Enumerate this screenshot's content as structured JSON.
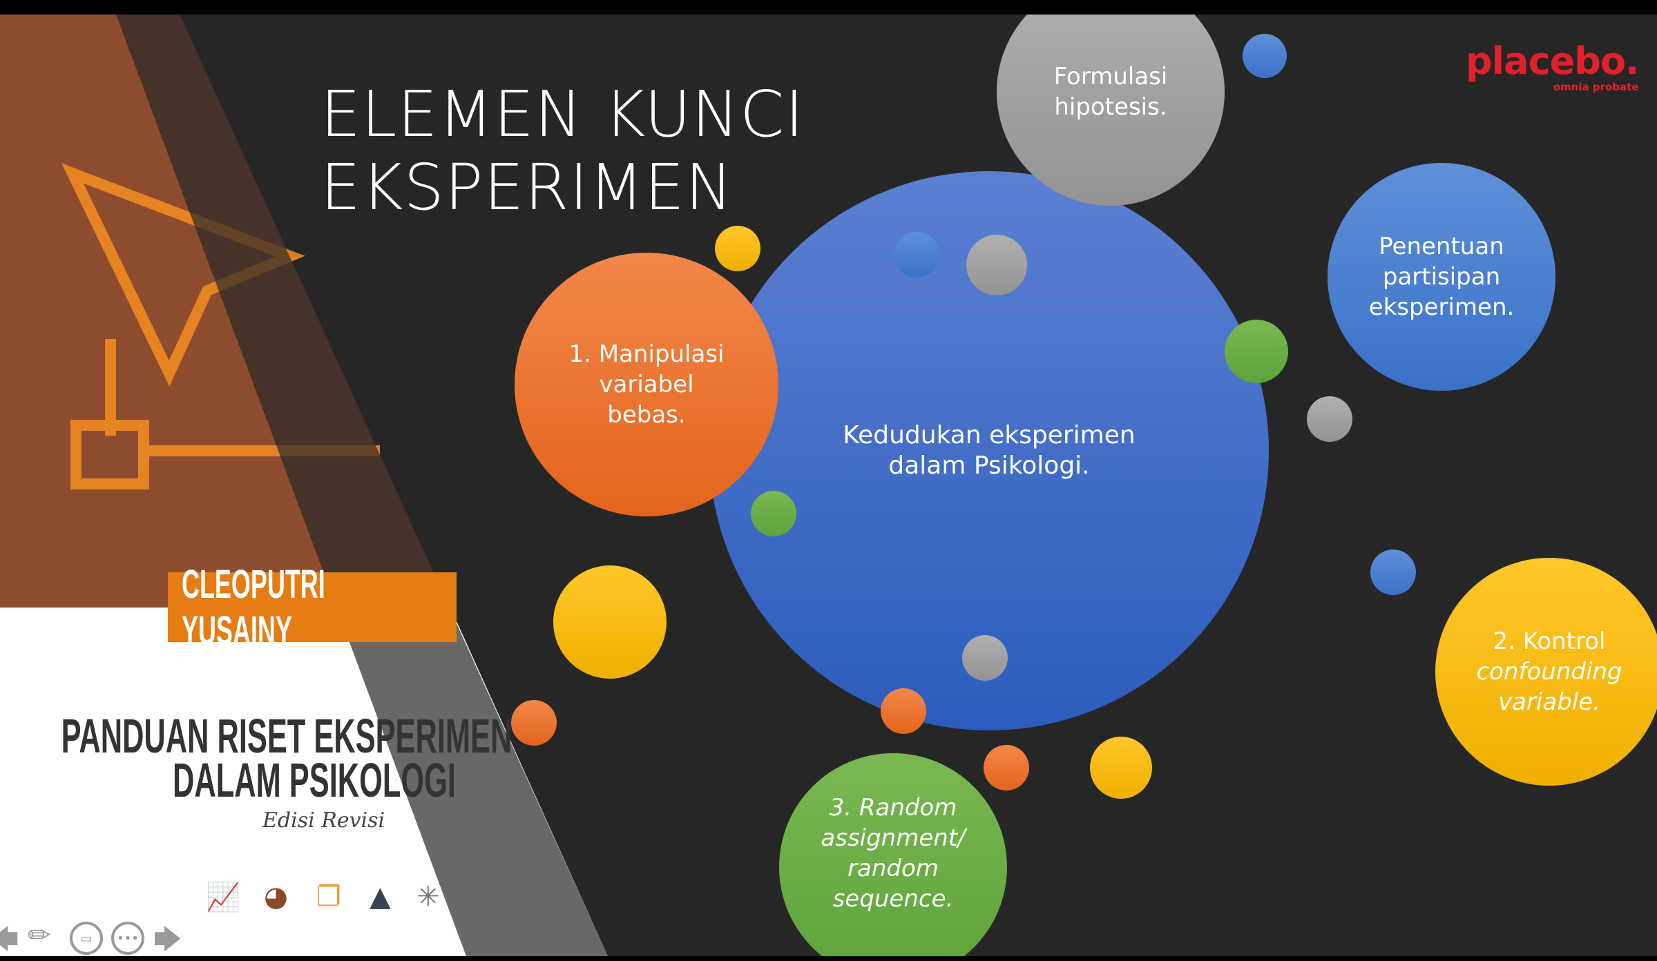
{
  "slide": {
    "title_line1": "ELEMEN KUNCI",
    "title_line2": "EKSPERIMEN"
  },
  "logo": {
    "name": "placebo.",
    "tagline": "omnia probate",
    "color": "#e3202a"
  },
  "book": {
    "author": "CLEOPUTRI YUSAINY",
    "title_line1": "PANDUAN RISET EKSPERIMEN",
    "title_line2": "DALAM PSIKOLOGI",
    "edition": "Edisi Revisi"
  },
  "bubbles": {
    "center": "Kedudukan eksperimen dalam Psikologi.",
    "hypothesis": "Formulasi hipotesis.",
    "participants": "Penentuan partisipan eksperimen.",
    "manipulation": "1. Manipulasi variabel bebas.",
    "control_prefix": "2. Kontrol",
    "control_italic": "confounding variable",
    "control_suffix": ".",
    "random": "3. Random assignment/ random sequence."
  },
  "toolbar": {
    "prev": "previous-slide",
    "pen": "pen-tool",
    "subtitles": "subtitles",
    "more": "more-options",
    "next": "next-slide"
  }
}
